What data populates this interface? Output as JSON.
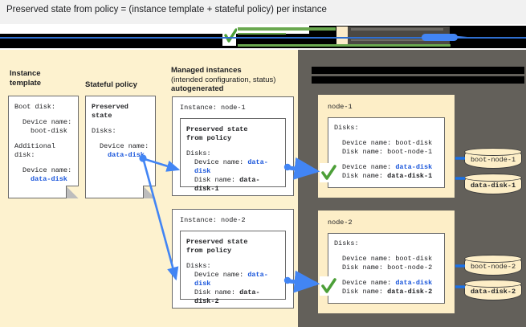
{
  "title": "Preserved state from policy = (instance template + stateful policy) per instance",
  "columns": {
    "instance_template": {
      "heading": "Instance",
      "heading_line2": "template"
    },
    "stateful_policy": {
      "heading": "Stateful policy"
    },
    "managed_instances": {
      "heading": "Managed instances",
      "sub": "(intended configuration, status)",
      "heading2": "autogenerated"
    }
  },
  "instance_template_card": {
    "line_boot": "Boot disk:",
    "boot_device_label": "Device name:",
    "boot_device_value": "boot-disk",
    "line_additional": "Additional",
    "line_additional2": "disk:",
    "add_device_label": "Device name:",
    "add_device_value": "data-disk"
  },
  "stateful_policy_card": {
    "heading": "Preserved",
    "heading2": "state",
    "disks_label": "Disks:",
    "device_label": "Device name:",
    "device_value": "data-disk"
  },
  "managed_instances": [
    {
      "instance_label": "Instance: node-1",
      "box_heading": "Preserved state",
      "box_heading2": "from policy",
      "disks_label": "Disks:",
      "device_label": "Device name:",
      "device_value": "data-disk",
      "disk_label": "Disk name:",
      "disk_value": "data-disk-1"
    },
    {
      "instance_label": "Instance: node-2",
      "box_heading": "Preserved state",
      "box_heading2": "from policy",
      "disks_label": "Disks:",
      "device_label": "Device name:",
      "device_value": "data-disk",
      "disk_label": "Disk name:",
      "disk_value": "data-disk-2"
    }
  ],
  "nodes": [
    {
      "name": "node-1",
      "disks_label": "Disks:",
      "boot_device_label": "Device name: boot-disk",
      "boot_disk_label": "Disk name: boot-node-1",
      "data_device_label": "Device name:",
      "data_device_value": "data-disk",
      "data_disk_label": "Disk name:",
      "data_disk_value": "data-disk-1",
      "cylinders": [
        "boot-node-1",
        "data-disk-1"
      ]
    },
    {
      "name": "node-2",
      "disks_label": "Disks:",
      "boot_device_label": "Device name: boot-disk",
      "boot_disk_label": "Disk name: boot-node-2",
      "data_device_label": "Device name:",
      "data_device_value": "data-disk",
      "data_disk_label": "Disk name:",
      "data_disk_value": "data-disk-2",
      "cylinders": [
        "boot-node-2",
        "data-disk-2"
      ]
    }
  ],
  "colors": {
    "panel_left_bg": "#fdf2cf",
    "panel_right_bg": "#63605a",
    "card_bg": "#fdeec7",
    "accent_blue": "#1a56db",
    "arrow_blue": "#4285f4",
    "check_green": "#4c9f38",
    "page_bg": "#f1f1f1"
  },
  "icons": {
    "check": "check-icon",
    "cylinder": "database-cylinder-icon"
  }
}
